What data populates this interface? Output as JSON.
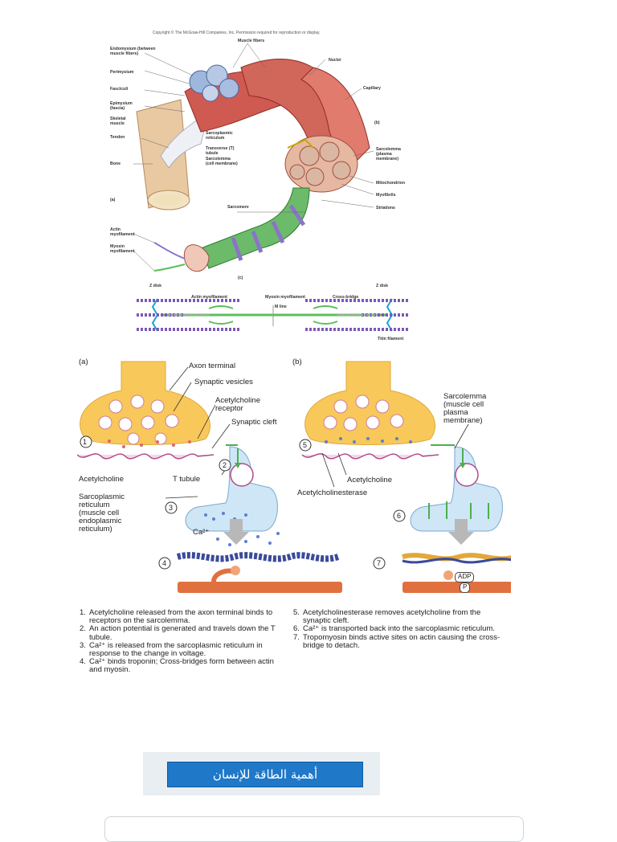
{
  "top_figure": {
    "copyright": "Copyright © The McGraw-Hill Companies, Inc. Permission required for reproduction or display.",
    "panel_letters": {
      "a": "(a)",
      "b": "(b)",
      "c": "(c)"
    },
    "left_labels": [
      "Endomysium (between",
      "muscle fibers)",
      "Perimysium",
      "Fasciculi",
      "Epimysium",
      "(fascia)",
      "Skeletal",
      "muscle",
      "Tendon",
      "Bone"
    ],
    "right_labels": [
      "Muscle fibers",
      "Nuclei",
      "Capillary",
      "Sarcolemma",
      "(plasma",
      "membrane)",
      "Mitochondrion",
      "Myofibrils",
      "Striations"
    ],
    "center_labels": [
      "Sarcoplasmic",
      "reticulum",
      "Transverse (T)",
      "tubule",
      "Sarcolemma",
      "(cell membrane)",
      "Sarcomere"
    ],
    "myofilament_labels": [
      "Actin",
      "myofilament",
      "Myosin",
      "myofilament"
    ],
    "sarcomere_labels": {
      "z_left": "Z disk",
      "z_right": "Z disk",
      "actin": "Actin myofilament",
      "myosin": "Myosin myofilament",
      "crossbridge": "Cross-bridge",
      "mline": "M line",
      "titin": "Titin filament"
    }
  },
  "nmj_figure": {
    "panel_a": "(a)",
    "panel_b": "(b)",
    "labels_a": {
      "axon_terminal": "Axon terminal",
      "synaptic_vesicles": "Synaptic vesicles",
      "ach_receptor_1": "Acetylcholine",
      "ach_receptor_2": "receptor",
      "synaptic_cleft": "Synaptic cleft",
      "acetylcholine": "Acetylcholine",
      "t_tubule": "T tubule",
      "sr_1": "Sarcoplasmic",
      "sr_2": "reticulum",
      "sr_3": "(muscle cell",
      "sr_4": "endoplasmic",
      "sr_5": "reticulum)",
      "ca": "Ca²⁺"
    },
    "labels_b": {
      "sarcolemma_1": "Sarcolemma",
      "sarcolemma_2": "(muscle cell",
      "sarcolemma_3": "plasma",
      "sarcolemma_4": "membrane)",
      "acetylcholine": "Acetylcholine",
      "acetylcholinesterase": "Acetylcholinesterase",
      "adp": "ADP",
      "p": "P"
    },
    "step_markers": [
      "1",
      "2",
      "3",
      "4",
      "5",
      "6",
      "7"
    ],
    "steps_left": [
      {
        "n": "1.",
        "text": "Acetylcholine released from the axon terminal binds to receptors on the sarcolemma."
      },
      {
        "n": "2.",
        "text": "An action potential is generated and travels down the T tubule."
      },
      {
        "n": "3.",
        "text": "Ca²⁺ is released from the sarcoplasmic reticulum in response to the change in voltage."
      },
      {
        "n": "4.",
        "text": "Ca²⁺ binds troponin; Cross-bridges form between actin and myosin."
      }
    ],
    "steps_right": [
      {
        "n": "5.",
        "text": "Acetylcholinesterase removes acetylcholine from the synaptic cleft."
      },
      {
        "n": "6.",
        "text": "Ca²⁺ is transported back into the sarcoplasmic reticulum."
      },
      {
        "n": "7.",
        "text": "Tropomyosin binds active sites on actin causing the cross-bridge to detach."
      }
    ]
  },
  "banner": {
    "title": "أهمية الطاقة للإنسان"
  },
  "colors": {
    "banner_blue": "#1f78c8",
    "axon_yellow": "#f8c85a",
    "sr_blue": "#cfe6f6",
    "muscle_red": "#c0392b",
    "myofibril_green": "#7cc47a",
    "actin_purple": "#7b58b8"
  }
}
